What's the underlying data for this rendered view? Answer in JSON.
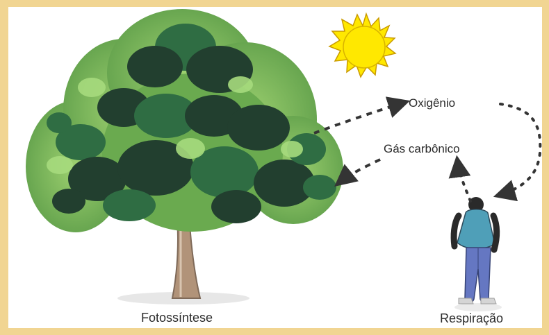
{
  "diagram": {
    "labels": {
      "oxygen": "Oxigênio",
      "carbon_gas": "Gás carbônico",
      "photosynthesis": "Fotossíntese",
      "respiration": "Respiração"
    },
    "colors": {
      "frame": "#f1d592",
      "background": "#ffffff",
      "tree_dark": "#223f2f",
      "tree_mid": "#2f6d43",
      "tree_light": "#79b85b",
      "trunk": "#b19379",
      "sun": "#ffe800",
      "sun_outline": "#c99a00",
      "person_shirt": "#4f9fb8",
      "person_pants": "#6577c2",
      "arrow": "#343434"
    }
  }
}
